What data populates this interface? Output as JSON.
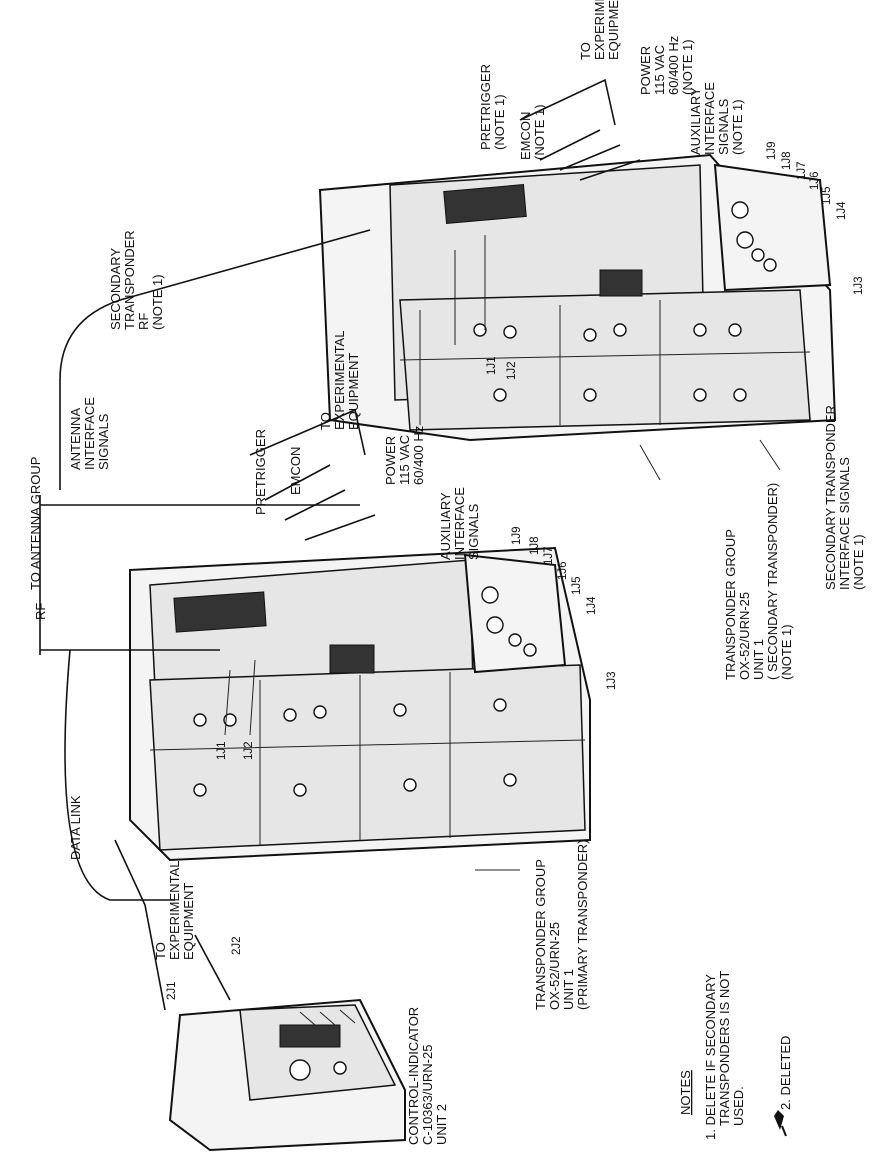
{
  "labels": {
    "to_antenna_group": "TO ANTENNA GROUP",
    "rf": "RF",
    "antenna_interface_signals": [
      "ANTENNA",
      "INTERFACE",
      "SIGNALS"
    ],
    "secondary_transponder_rf": [
      "SECONDARY",
      "TRANSPONDER",
      "RF",
      "(NOTE 1)"
    ],
    "top_to_experimental": [
      "TO",
      "EXPERIMENTAL",
      "EQUIPMENT"
    ],
    "top_pretrigger": [
      "PRETRIGGER",
      "(NOTE 1)"
    ],
    "top_emcon": [
      "EMCON",
      "(NOTE 1)"
    ],
    "top_power": [
      "POWER",
      "115 VAC",
      "60/400 Hz",
      "(NOTE 1)"
    ],
    "top_auxiliary": [
      "AUXILIARY",
      "INTERFACE",
      "SIGNALS",
      "(NOTE 1)"
    ],
    "mid_to_experimental": [
      "TO",
      "EXPERIMENTAL",
      "EQUIPMENT"
    ],
    "mid_pretrigger": "PRETRIGGER",
    "mid_emcon": "EMCON",
    "mid_power": [
      "POWER",
      "115 VAC",
      "60/400 Hz"
    ],
    "mid_auxiliary": [
      "AUXILIARY",
      "INTERFACE",
      "SIGNALS"
    ],
    "data_link": "DATA LINK",
    "bottom_to_experimental": [
      "TO",
      "EXPERIMENTAL",
      "EQUIPMENT"
    ],
    "connectors": {
      "j1": "1J1",
      "j2": "1J2",
      "j3": "1J3",
      "j4": "1J4",
      "j5": "1J5",
      "j6": "1J6",
      "j7": "1J7",
      "j8": "1J8",
      "j9": "1J9",
      "c2j1": "2J1",
      "c2j2": "2J2"
    },
    "secondary_group": [
      "TRANSPONDER GROUP",
      "OX-52/URN-25",
      "UNIT 1",
      "( SECONDARY TRANSPONDER)",
      "(NOTE 1)"
    ],
    "secondary_interface": [
      "SECONDARY TRANSPONDER",
      "INTERFACE SIGNALS",
      "(NOTE 1)"
    ],
    "primary_group": [
      "TRANSPONDER GROUP",
      "OX-52/URN-25",
      "UNIT 1",
      "(PRIMARY TRANSPONDER)"
    ],
    "control_indicator": [
      "CONTROL-INDICATOR",
      "C-10363/URN-25",
      "UNIT 2"
    ]
  },
  "notes": {
    "heading": "NOTES",
    "items": [
      [
        "1. DELETE IF SECONDARY",
        "TRANSPONDERS IS NOT",
        "USED."
      ],
      [
        "2. DELETED"
      ]
    ]
  }
}
